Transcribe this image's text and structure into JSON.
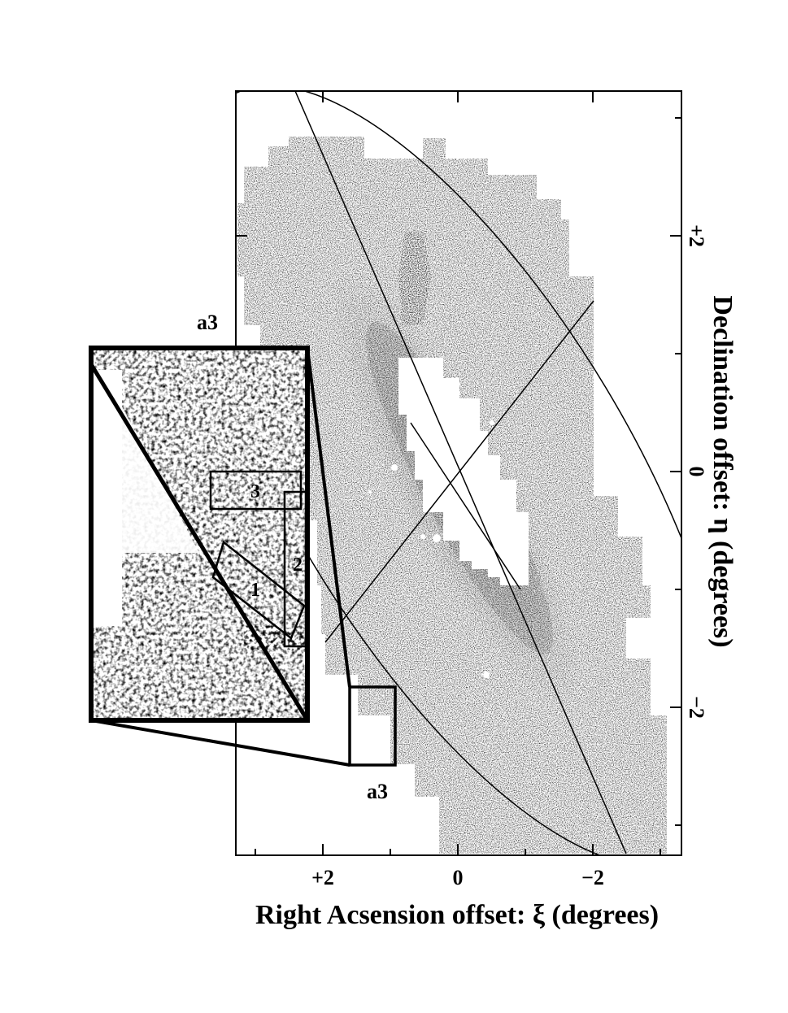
{
  "figure": {
    "x_axis": {
      "title": "Right Acsension offset:  ξ (degrees)",
      "ticks": [
        {
          "value": 2,
          "label": "+2"
        },
        {
          "value": 0,
          "label": "0"
        },
        {
          "value": -2,
          "label": "−2"
        }
      ],
      "direction": "decreasing to the right"
    },
    "y_axis": {
      "title": "Declination offset:  η (degrees)",
      "ticks": [
        {
          "value": 2,
          "label": "+2"
        },
        {
          "value": 0,
          "label": "0"
        },
        {
          "value": -2,
          "label": "−2"
        }
      ],
      "position": "right, text rotated"
    },
    "field_label": "a3",
    "inset": {
      "label": "a3",
      "region_labels": [
        "1",
        "2",
        "3"
      ]
    }
  },
  "colors": {
    "ink": "#000000",
    "background": "#ffffff",
    "density_dark": "#1a1a1a",
    "density_light": "#9a9a9a"
  }
}
